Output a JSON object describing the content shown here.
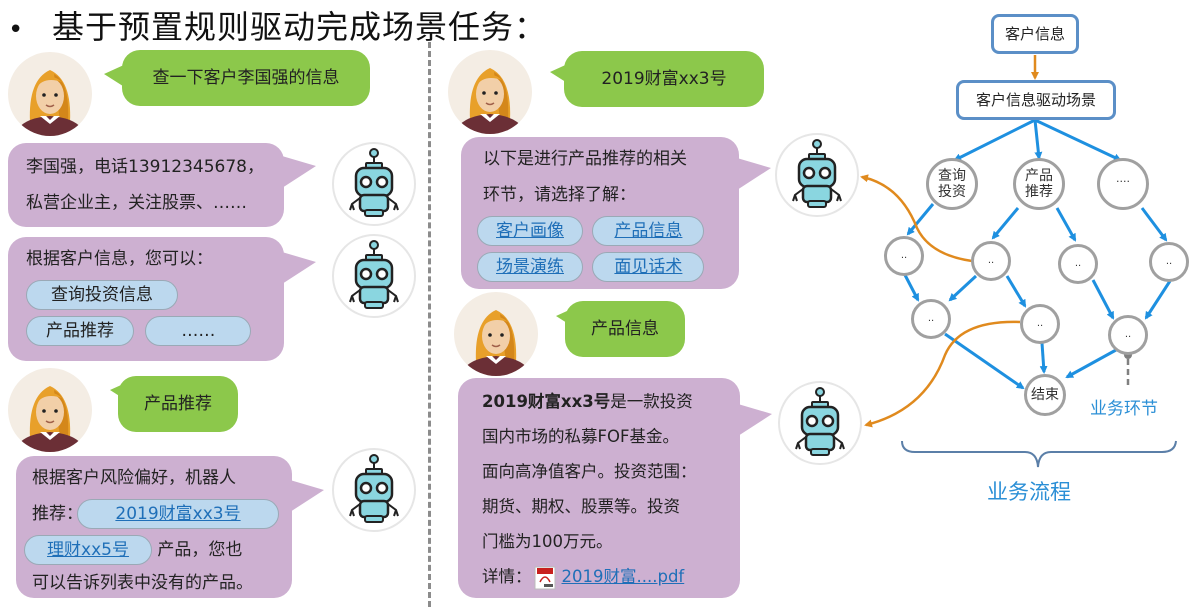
{
  "title": {
    "bullet": "•",
    "text": "基于预置规则驱动完成场景任务："
  },
  "left_panel": {
    "msg1_user": "查一下客户李国强的信息",
    "msg1_bot_line1": "李国强，电话13912345678，",
    "msg1_bot_line2": "私营企业主，关注股票、……",
    "msg2_bot_intro": "根据客户信息，您可以：",
    "msg2_options": [
      "查询投资信息",
      "产品推荐",
      "……"
    ],
    "msg3_user": "产品推荐",
    "msg3_bot_line1": "根据客户风险偏好，机器人",
    "msg3_bot_prefix": "推荐：",
    "msg3_product1": "2019财富xx3号",
    "msg3_product2": "理财xx5号",
    "msg3_bot_after": "产品，您也",
    "msg3_bot_line4": "可以告诉列表中没有的产品。"
  },
  "right_panel": {
    "msg1_user": "2019财富xx3号",
    "msg1_bot_line1": "以下是进行产品推荐的相关",
    "msg1_bot_line2": "环节，请选择了解：",
    "msg1_options": [
      "客户画像",
      "产品信息",
      "场景演练",
      "面见话术"
    ],
    "msg2_user": "产品信息",
    "msg2_bot_bold": "2019财富xx3号",
    "msg2_bot_line1_rest": "是一款投资",
    "msg2_bot_line2": "国内市场的私募FOF基金。",
    "msg2_bot_line3": "面向高净值客户。投资范围：",
    "msg2_bot_line4": "期货、期权、股票等。投资",
    "msg2_bot_line5": "门槛为100万元。",
    "msg2_details_label": "详情：",
    "msg2_pdf_link": "2019财富....pdf"
  },
  "diagram": {
    "top_box": "客户信息",
    "scene_box": "客户信息驱动场景",
    "nodes_level1": [
      "查询\n投资",
      "产品\n推荐",
      "...."
    ],
    "small_node_label": "..",
    "end_node": "结束",
    "business_step_label": "业务环节",
    "business_flow_label": "业务流程"
  },
  "colors": {
    "user_bubble": "#8cc84b",
    "bot_bubble": "#cdb0d1",
    "chip": "#bcd8ee",
    "link": "#1f6fb8",
    "flow_arrow": "#1e90e0",
    "orange_arrow": "#e08a1e",
    "box_border": "#5b8fc7",
    "label_blue": "#2b8fd6"
  }
}
